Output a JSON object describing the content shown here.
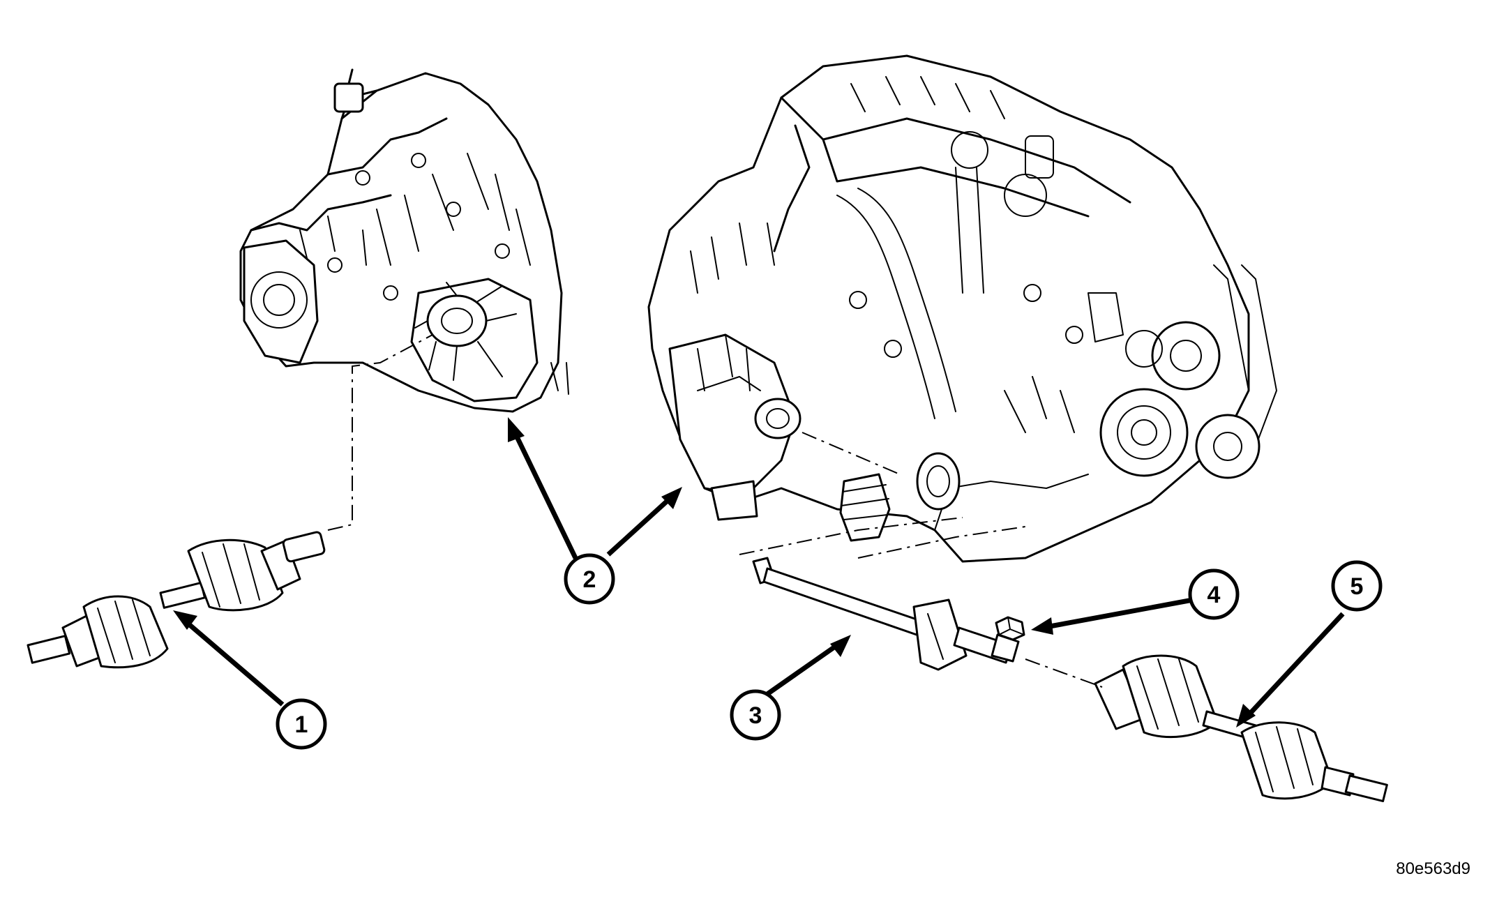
{
  "figure_code": "80e563d9",
  "callouts": [
    {
      "id": "1",
      "label": "1"
    },
    {
      "id": "2",
      "label": "2"
    },
    {
      "id": "3",
      "label": "3"
    },
    {
      "id": "4",
      "label": "4"
    },
    {
      "id": "5",
      "label": "5"
    }
  ]
}
